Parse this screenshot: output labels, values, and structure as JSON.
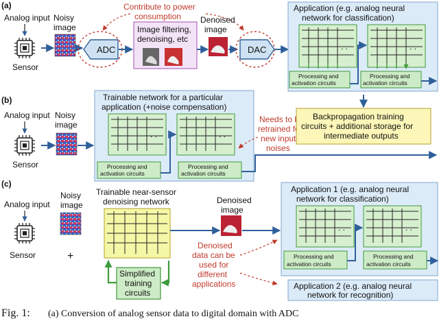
{
  "panel_a": {
    "tag": "(a)",
    "analog_input": "Analog input",
    "sensor": "Sensor",
    "noisy_image": [
      "Noisy",
      "image"
    ],
    "adc": "ADC",
    "power_note": [
      "Contribute to power",
      "consumption"
    ],
    "filtering": [
      "Image filtering,",
      "denoising, etc"
    ],
    "denoised": [
      "Denoised",
      "image"
    ],
    "dac": "DAC",
    "application": [
      "Application (e.g. analog neural",
      "network for classification)"
    ],
    "proc1": [
      "Processing and",
      "activation circuits"
    ],
    "proc2": [
      "Processing and",
      "activation circuits"
    ]
  },
  "panel_b": {
    "tag": "(b)",
    "analog_input": "Analog input",
    "sensor": "Sensor",
    "noisy_image": [
      "Noisy",
      "image"
    ],
    "trainable": [
      "Trainable network for a particular",
      "application (+noise compensation)"
    ],
    "retrain_note": [
      "Needs to be",
      "retrained for",
      "new input",
      "noises"
    ],
    "backprop": [
      "Backpropagation training",
      "circuits + additional storage for",
      "intermediate outputs"
    ],
    "proc1": [
      "Processing and",
      "activation circuits"
    ],
    "proc2": [
      "Processing and",
      "activation circuits"
    ]
  },
  "panel_c": {
    "tag": "(c)",
    "analog_input": "Analog input",
    "sensor": "Sensor",
    "noisy_image": [
      "Noisy",
      "image"
    ],
    "plus": "+",
    "near_sensor": [
      "Trainable near-sensor",
      "denoising network"
    ],
    "simplified": [
      "Simplified",
      "training",
      "circuits"
    ],
    "denoised": [
      "Denoised",
      "image"
    ],
    "denoised_note": [
      "Denoised",
      "data can be",
      "used for",
      "different",
      "applications"
    ],
    "app1": [
      "Application 1 (e.g. analog neural",
      "network for classification)"
    ],
    "app2": [
      "Application 2 (e.g. analog neural",
      "network for recognition)"
    ],
    "proc1": [
      "Processing and",
      "activation circuits"
    ],
    "proc2": [
      "Processing and",
      "activation circuits"
    ]
  },
  "caption": {
    "prefix": "Fig. 1:",
    "text": "(a) Conversion of analog sensor data to digital domain with ADC"
  },
  "colors": {
    "arrow": "#2f5f9a",
    "panel_blue": "#dcebf8",
    "panel_border": "#7fa6cc",
    "green_fill": "#cdebc6",
    "green_border": "#3f9a3a",
    "yellow_fill": "#fcf6b8",
    "red_text": "#c0392b"
  }
}
